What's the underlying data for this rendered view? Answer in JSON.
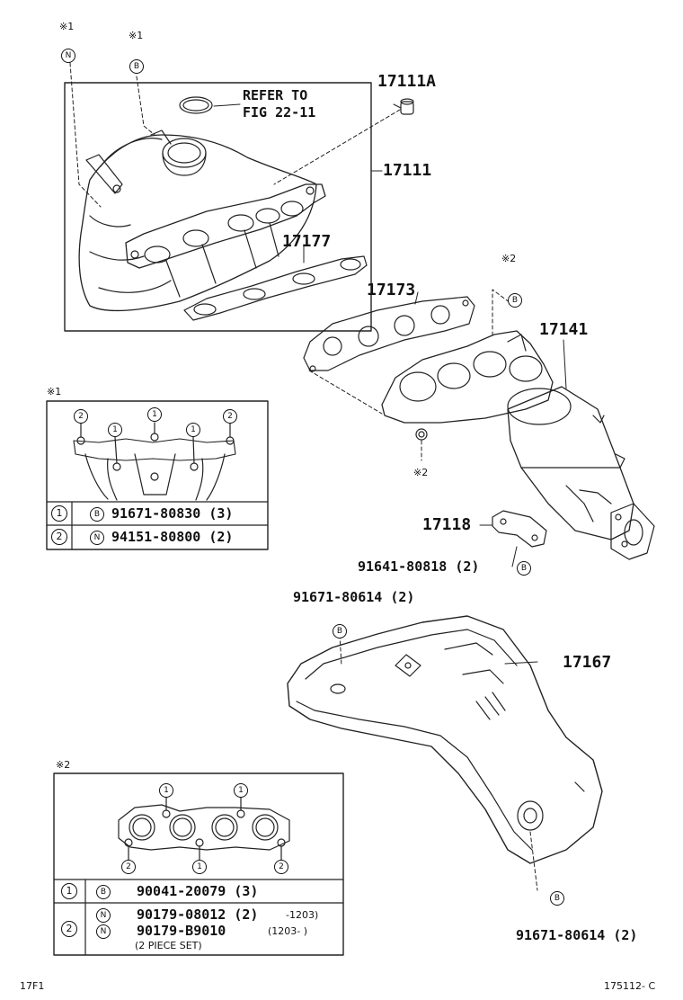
{
  "refer": {
    "line1": "REFER TO",
    "line2": "FIG 22-11"
  },
  "parts": {
    "p17111A": "17111A",
    "p17111": "17111",
    "p17177": "17177",
    "p17173": "17173",
    "p17141": "17141",
    "p17118": "17118",
    "p17167": "17167",
    "bolt_ex_mani": "91641-80818 (2)",
    "bolt_insul_top": "91671-80614 (2)",
    "bolt_insul_bottom": "91671-80614 (2)"
  },
  "markers": {
    "note1": "※1",
    "note2": "※2",
    "b_letter": "B",
    "n_letter": "N"
  },
  "detail1": {
    "title": "※1",
    "row1_idx": "1",
    "row1_letter": "B",
    "row1_part": "91671-80830 (3)",
    "row2_idx": "2",
    "row2_letter": "N",
    "row2_part": "94151-80800 (2)",
    "callout_1": "1",
    "callout_2": "2"
  },
  "detail2": {
    "title": "※2",
    "row1_idx": "1",
    "row1_letter": "B",
    "row1_part": "90041-20079 (3)",
    "row2_idx": "2",
    "row2_letter1": "N",
    "row2_part1": "90179-08012 (2)",
    "row2_range1": "-1203)",
    "row2_letter2": "N",
    "row2_part2": "90179-B9010",
    "row2_range2": "(1203-        )",
    "row2_note": "(2 PIECE SET)",
    "callout_1": "1",
    "callout_2": "2"
  },
  "footer": {
    "left": "17F1",
    "right": "175112- C"
  }
}
